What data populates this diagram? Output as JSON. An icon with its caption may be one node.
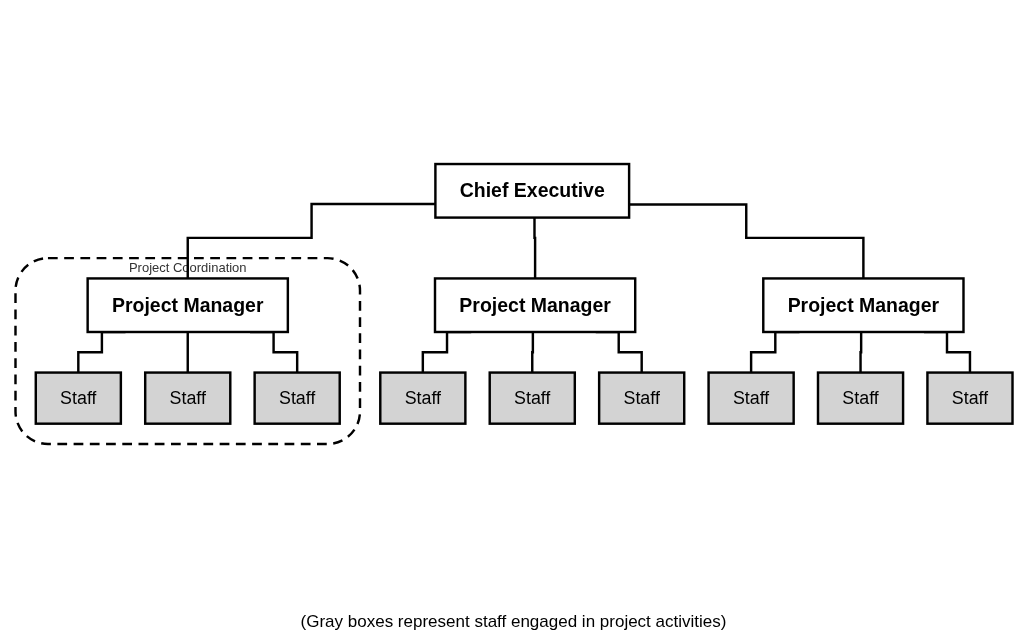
{
  "diagram": {
    "caption": "(Gray boxes represent staff engaged in project activities)",
    "nodes": [
      {
        "text": [
          "Chief Executive"
        ]
      },
      {
        "text": [
          "Project Coordination"
        ]
      },
      {
        "text": [
          "Project Manager"
        ],
        "in": 1
      },
      {
        "text": [
          "Staff"
        ],
        "in": 1
      },
      {
        "text": [
          "Staff"
        ],
        "in": 1
      },
      {
        "text": [
          "Staff"
        ],
        "in": 1
      },
      {
        "text": [
          "Project Manager"
        ]
      },
      {
        "text": [
          "Staff"
        ]
      },
      {
        "text": [
          "Staff"
        ]
      },
      {
        "text": [
          "Staff"
        ]
      },
      {
        "text": [
          "Project Manager"
        ]
      },
      {
        "text": [
          "Staff"
        ]
      },
      {
        "text": [
          "Staff"
        ]
      },
      {
        "text": [
          "Staff"
        ]
      }
    ],
    "edges": [
      {
        "from": 0,
        "to": 2,
        "arrow": "none"
      },
      {
        "from": 0,
        "to": 6,
        "arrow": "none"
      },
      {
        "from": 0,
        "to": 10,
        "arrow": "none"
      },
      {
        "from": 2,
        "to": 3,
        "arrow": "none"
      },
      {
        "from": 2,
        "to": 4,
        "arrow": "none"
      },
      {
        "from": 2,
        "to": 5,
        "arrow": "none"
      },
      {
        "from": 6,
        "to": 7,
        "arrow": "none"
      },
      {
        "from": 6,
        "to": 8,
        "arrow": "none"
      },
      {
        "from": 6,
        "to": 9,
        "arrow": "none"
      },
      {
        "from": 10,
        "to": 11,
        "arrow": "none"
      },
      {
        "from": 10,
        "to": 12,
        "arrow": "none"
      },
      {
        "from": 10,
        "to": 13,
        "arrow": "none"
      }
    ]
  }
}
